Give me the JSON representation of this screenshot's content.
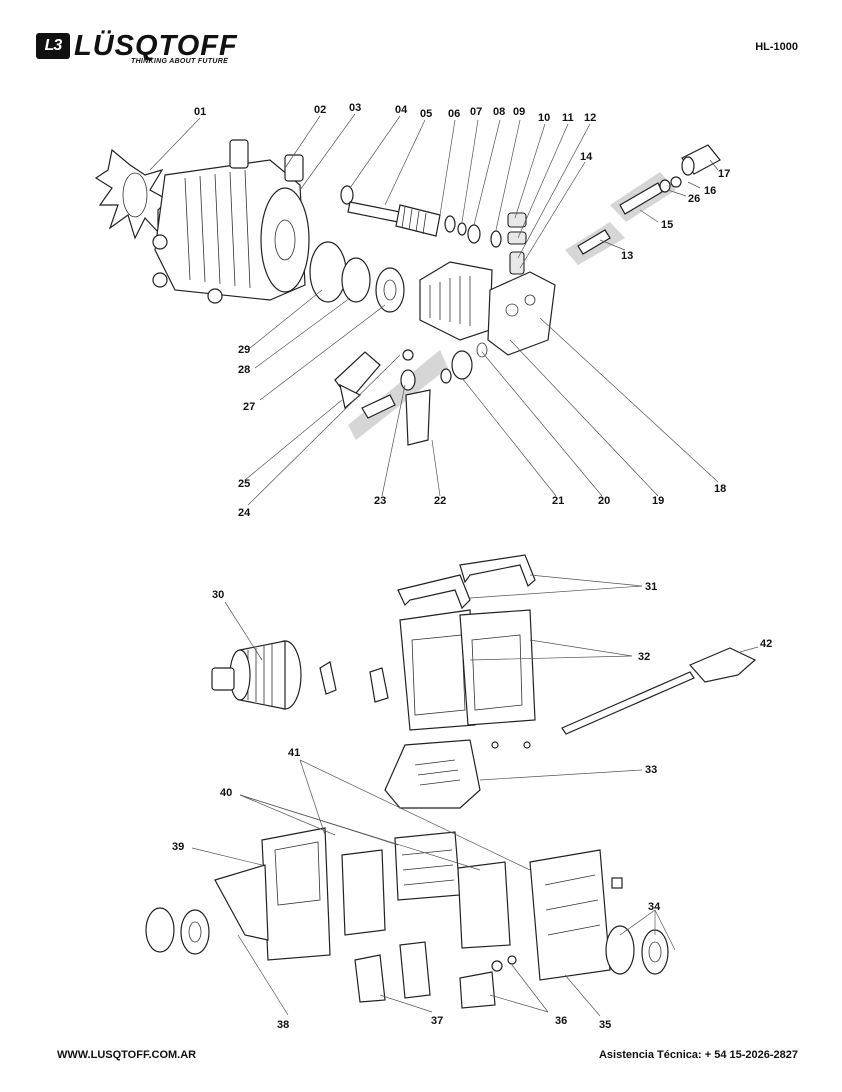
{
  "brand": {
    "logo_mark": "L3",
    "name": "LÜSQTOFF",
    "tagline": "THINKING ABOUT FUTURE"
  },
  "model": "HL-1000",
  "footer": {
    "website": "WWW.LUSQTOFF.COM.AR",
    "support": "Asistencia Técnica: + 54 15-2026-2827"
  },
  "diagram": {
    "pump_labels": [
      "01",
      "02",
      "03",
      "04",
      "05",
      "06",
      "07",
      "08",
      "09",
      "10",
      "11",
      "12",
      "14",
      "17",
      "16",
      "26",
      "15",
      "13",
      "29",
      "28",
      "27",
      "25",
      "24",
      "23",
      "22",
      "21",
      "20",
      "19",
      "18"
    ],
    "body_labels": [
      "30",
      "31",
      "32",
      "42",
      "33",
      "41",
      "40",
      "39",
      "34",
      "38",
      "37",
      "36",
      "35"
    ]
  }
}
